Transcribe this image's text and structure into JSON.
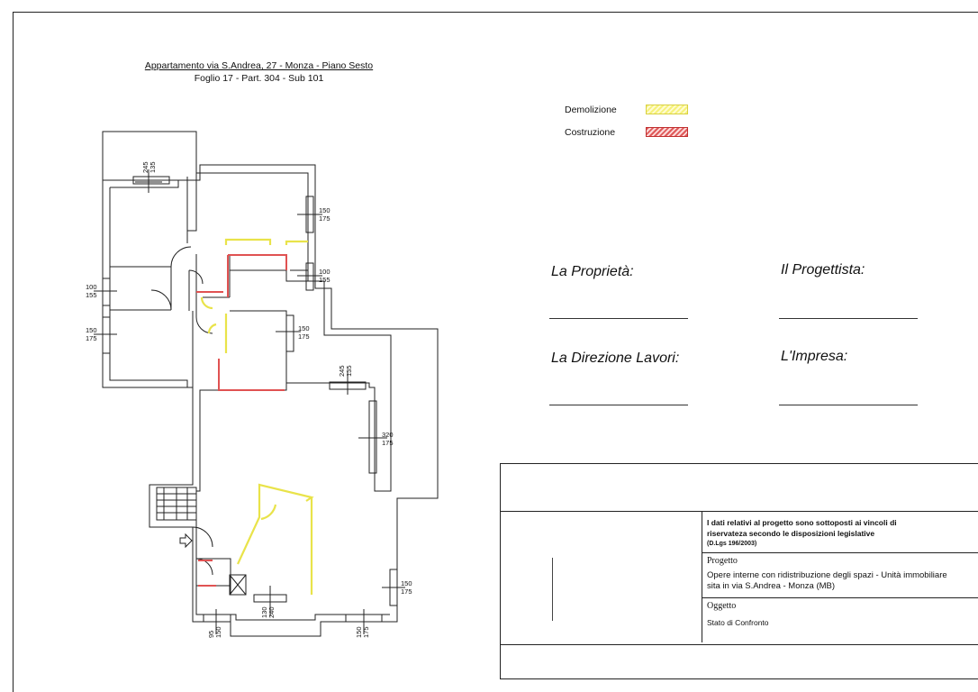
{
  "header": {
    "title_line1": "Appartamento via S.Andrea, 27 - Monza - Piano Sesto",
    "title_line2": "Foglio 17 - Part. 304 - Sub 101"
  },
  "legend": {
    "items": [
      {
        "label": "Demolizione",
        "color": "#f2ee55"
      },
      {
        "label": "Costruzione",
        "color": "#e05a5a"
      }
    ]
  },
  "signatures": {
    "proprieta": "La Proprietà:",
    "progettista": "Il Progettista:",
    "direzione_lavori": "La Direzione Lavori:",
    "impresa": "L'Impresa:"
  },
  "title_block": {
    "notice_line1": "I dati relativi al progetto sono sottoposti ai vincoli di",
    "notice_line2": "riservateza secondo le disposizioni legislative",
    "notice_line3": "(D.Lgs 196/2003)",
    "progetto_label": "Progetto",
    "progetto_line1": "Opere interne con ridistribuzione degli spazi - Unità immobiliare",
    "progetto_line2": "sita in via S.Andrea - Monza (MB)",
    "oggetto_label": "Oggetto",
    "oggetto_value": "Stato di  Confronto"
  },
  "dimensions": {
    "d1_a": "135",
    "d1_b": "245",
    "d2_a": "150",
    "d2_b": "175",
    "d3_a": "100",
    "d3_b": "155",
    "d4_a": "100",
    "d4_b": "155",
    "d5_a": "150",
    "d5_b": "175",
    "d6_a": "150",
    "d6_b": "175",
    "d7_a": "135",
    "d7_b": "245",
    "d8_a": "320",
    "d8_b": "175",
    "d9_a": "150",
    "d9_b": "175",
    "d10_a": "130",
    "d10_b": "240",
    "d11_a": "95",
    "d11_b": "150",
    "d12_a": "150",
    "d12_b": "175"
  }
}
